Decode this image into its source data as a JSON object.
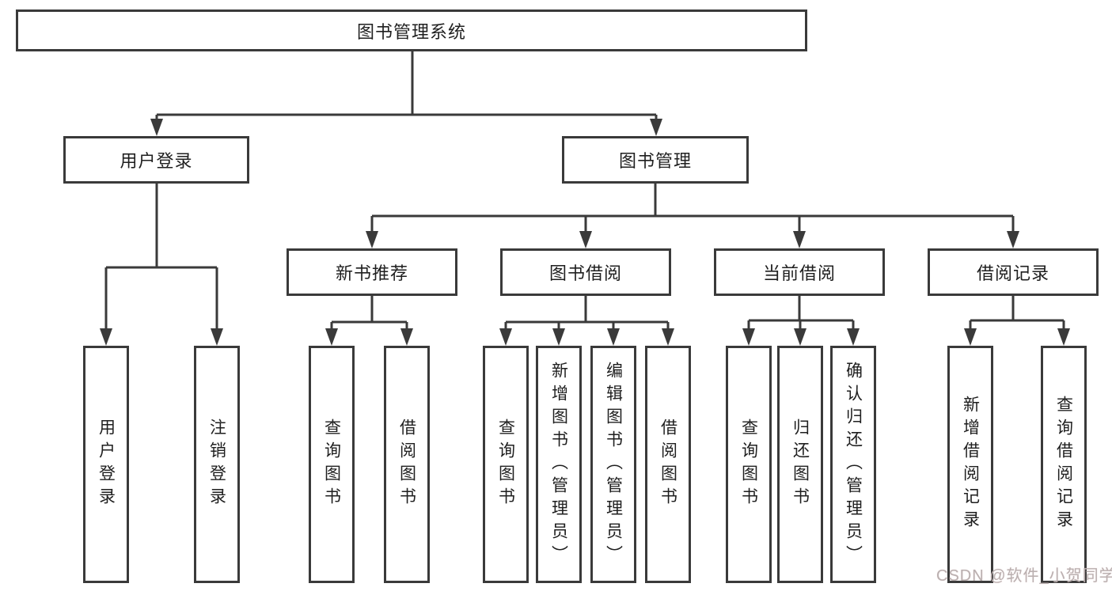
{
  "tree": {
    "root": {
      "label": "图书管理系统",
      "children": [
        {
          "label": "用户登录",
          "children": [
            {
              "label": "用户登录"
            },
            {
              "label": "注销登录"
            }
          ]
        },
        {
          "label": "图书管理",
          "children": [
            {
              "label": "新书推荐",
              "children": [
                {
                  "label": "查询图书"
                },
                {
                  "label": "借阅图书"
                }
              ]
            },
            {
              "label": "图书借阅",
              "children": [
                {
                  "label": "查询图书"
                },
                {
                  "label": "新增图书（管理员）"
                },
                {
                  "label": "编辑图书（管理员）"
                },
                {
                  "label": "借阅图书"
                }
              ]
            },
            {
              "label": "当前借阅",
              "children": [
                {
                  "label": "查询图书"
                },
                {
                  "label": "归还图书"
                },
                {
                  "label": "确认归还（管理员）"
                }
              ]
            },
            {
              "label": "借阅记录",
              "children": [
                {
                  "label": "新增借阅记录"
                },
                {
                  "label": "查询借阅记录"
                }
              ]
            }
          ]
        }
      ]
    }
  },
  "watermark": {
    "text": "CSDN @软件_小贺同学"
  },
  "colors": {
    "line": "#3a3a3a",
    "box_border": "#3a3a3a",
    "text": "#1f1f1f",
    "background": "#ffffff",
    "watermark": "#b9b0b0"
  }
}
